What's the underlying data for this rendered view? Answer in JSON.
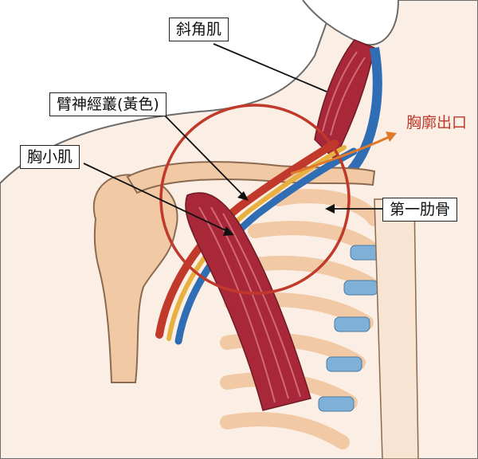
{
  "labels": {
    "scalene": "斜角肌",
    "brachial_plexus": "臂神經叢(黃色)",
    "pectoralis_minor": "胸小肌",
    "thoracic_outlet": "胸廓出口",
    "first_rib": "第一肋骨"
  },
  "colors": {
    "highlight_circle": "#c0392b",
    "arrow": "#e07a2a",
    "muscle": "#a8283a",
    "nerve": "#e8b040",
    "vein": "#2f6db5",
    "artery": "#c0392b",
    "bone": "#f1c9a5",
    "cartilage": "#7fb0d8",
    "skin": "#fbeee4"
  }
}
